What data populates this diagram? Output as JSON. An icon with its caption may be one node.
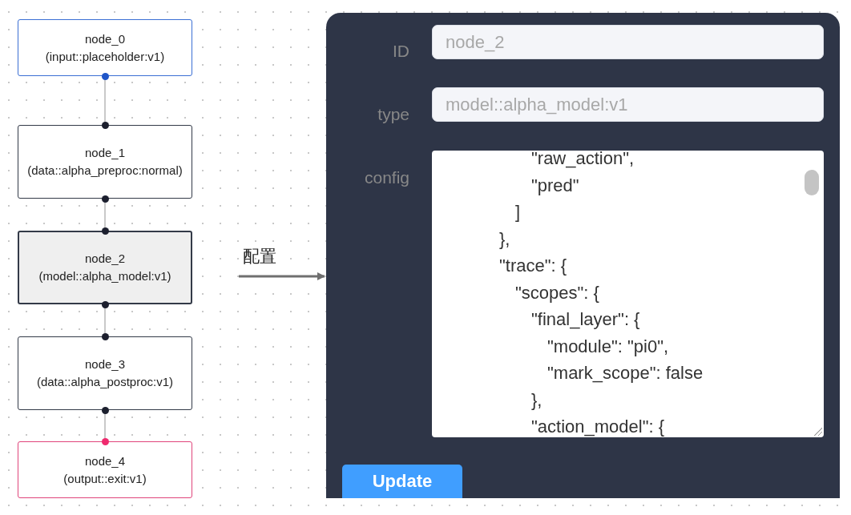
{
  "diagram": {
    "nodes": [
      {
        "text": [
          "node_0",
          "(input::placeholder:v1)"
        ]
      },
      {
        "text": [
          "node_1",
          "(data::alpha_preproc:normal)"
        ]
      },
      {
        "text": [
          "node_2",
          "(model::alpha_model:v1)"
        ]
      },
      {
        "text": [
          "node_3",
          "(data::alpha_postproc:v1)"
        ]
      },
      {
        "text": [
          "node_4",
          "(output::exit:v1)"
        ]
      },
      {
        "text": [],
        "shape": "box"
      },
      {
        "text": [
          "node_2"
        ],
        "in": 5
      },
      {
        "text": [
          "model::alpha_model:v1"
        ],
        "in": 5
      },
      {
        "text": [
          "\"raw_action\",",
          "\"pred\"",
          "]",
          "},",
          "\"trace\": {",
          "\"scopes\": {",
          "\"final_layer\": {",
          "\"module\": \"pi0\",",
          "\"mark_scope\": false",
          "},",
          "\"action_model\": {"
        ],
        "in": 5
      },
      {
        "text": [
          "Update"
        ],
        "in": 5
      }
    ],
    "edges": [
      {
        "from": 0,
        "to": 1,
        "arrow": "none"
      },
      {
        "from": 1,
        "to": 2,
        "arrow": "none"
      },
      {
        "from": 2,
        "to": 3,
        "arrow": "none"
      },
      {
        "from": 3,
        "to": 4,
        "arrow": "none"
      },
      {
        "from": null,
        "to": 5,
        "arrow": "to",
        "label": "配置"
      }
    ],
    "labels": [
      "ID",
      "type",
      "config"
    ]
  }
}
